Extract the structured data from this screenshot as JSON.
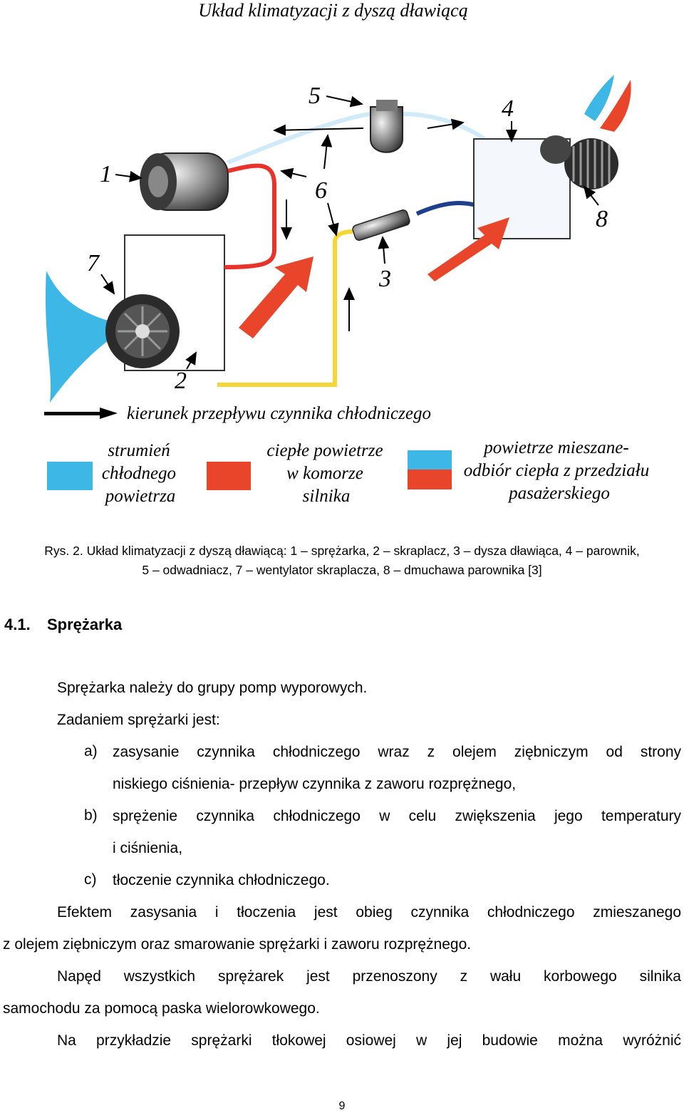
{
  "figure": {
    "title": "Układ klimatyzacji z dyszą dławiącą",
    "numbers": {
      "n1": "1",
      "n2": "2",
      "n3": "3",
      "n4": "4",
      "n5": "5",
      "n6": "6",
      "n7": "7",
      "n8": "8"
    },
    "flow_label": "kierunek przepływu czynnika chłodniczego",
    "legend": {
      "cold": {
        "lines": [
          "strumień",
          "chłodnego",
          "powietrza"
        ],
        "color": "#3db7e6"
      },
      "warm": {
        "lines": [
          "ciepłe powietrze",
          "w komorze",
          "silnika"
        ],
        "color": "#e8452a"
      },
      "mixed": {
        "lines": [
          "powietrze mieszane-",
          "odbiór ciepła z przedziału",
          "pasażerskiego"
        ],
        "colors": [
          "#3db7e6",
          "#e8452a"
        ]
      }
    }
  },
  "caption": {
    "line1": "Rys. 2. Układ klimatyzacji z dyszą dławiącą: 1 – sprężarka, 2 – skraplacz, 3 – dysza dławiąca, 4 – parownik,",
    "line2": "5 – odwadniacz, 7 – wentylator skraplacza, 8 – dmuchawa parownika [3]"
  },
  "section": {
    "number": "4.1.",
    "title": "Sprężarka"
  },
  "body": {
    "p1": "Sprężarka należy do grupy pomp wyporowych.",
    "p2": "Zadaniem sprężarki jest:",
    "items": [
      {
        "marker": "a)",
        "line1": "zasysanie czynnika chłodniczego wraz z olejem ziębniczym od strony",
        "line2": "niskiego ciśnienia- przepływ czynnika z zaworu rozprężnego,"
      },
      {
        "marker": "b)",
        "line1": "sprężenie czynnika chłodniczego w celu zwiększenia jego temperatury",
        "line2": "i ciśnienia,"
      },
      {
        "marker": "c)",
        "line1": "tłoczenie czynnika chłodniczego."
      }
    ],
    "p3_line1": "Efektem zasysania i tłoczenia jest obieg czynnika chłodniczego zmieszanego",
    "p3_line2": "z olejem ziębniczym oraz smarowanie sprężarki i zaworu rozprężnego.",
    "p4_line1": "Napęd wszystkich sprężarek jest przenoszony z wału korbowego silnika",
    "p4_line2": "samochodu za pomocą paska wielorowkowego.",
    "p5_line1": "Na przykładzie sprężarki tłokowej osiowej w jej budowie można wyróżnić"
  },
  "page_number": "9"
}
